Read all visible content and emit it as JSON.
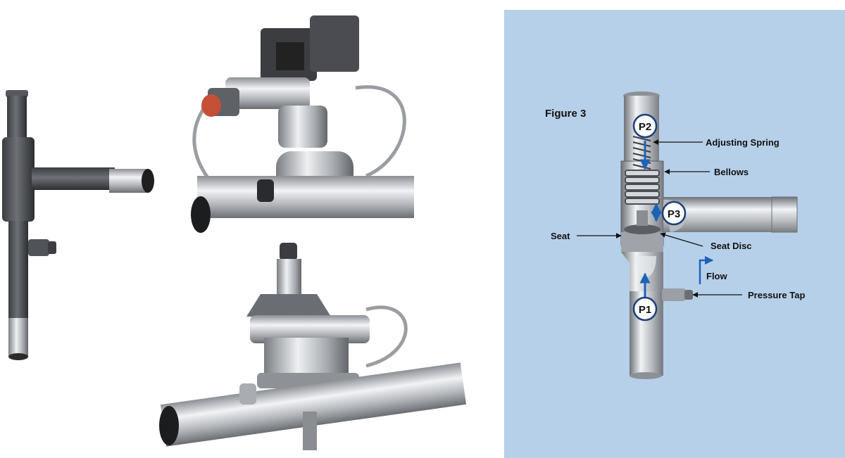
{
  "figure": {
    "title": "Figure 3",
    "pressure_points": [
      "P1",
      "P2",
      "P3"
    ],
    "labels": {
      "adjusting_spring": "Adjusting Spring",
      "bellows": "Bellows",
      "seat": "Seat",
      "seat_disc": "Seat Disc",
      "flow": "Flow",
      "pressure_tap": "Pressure Tap"
    }
  },
  "colors": {
    "figure_background": "#b7d0e9",
    "flow_arrow": "#1c63b8",
    "valve_metal": "#c9cdd2",
    "dark_valve": "#4f5257"
  }
}
